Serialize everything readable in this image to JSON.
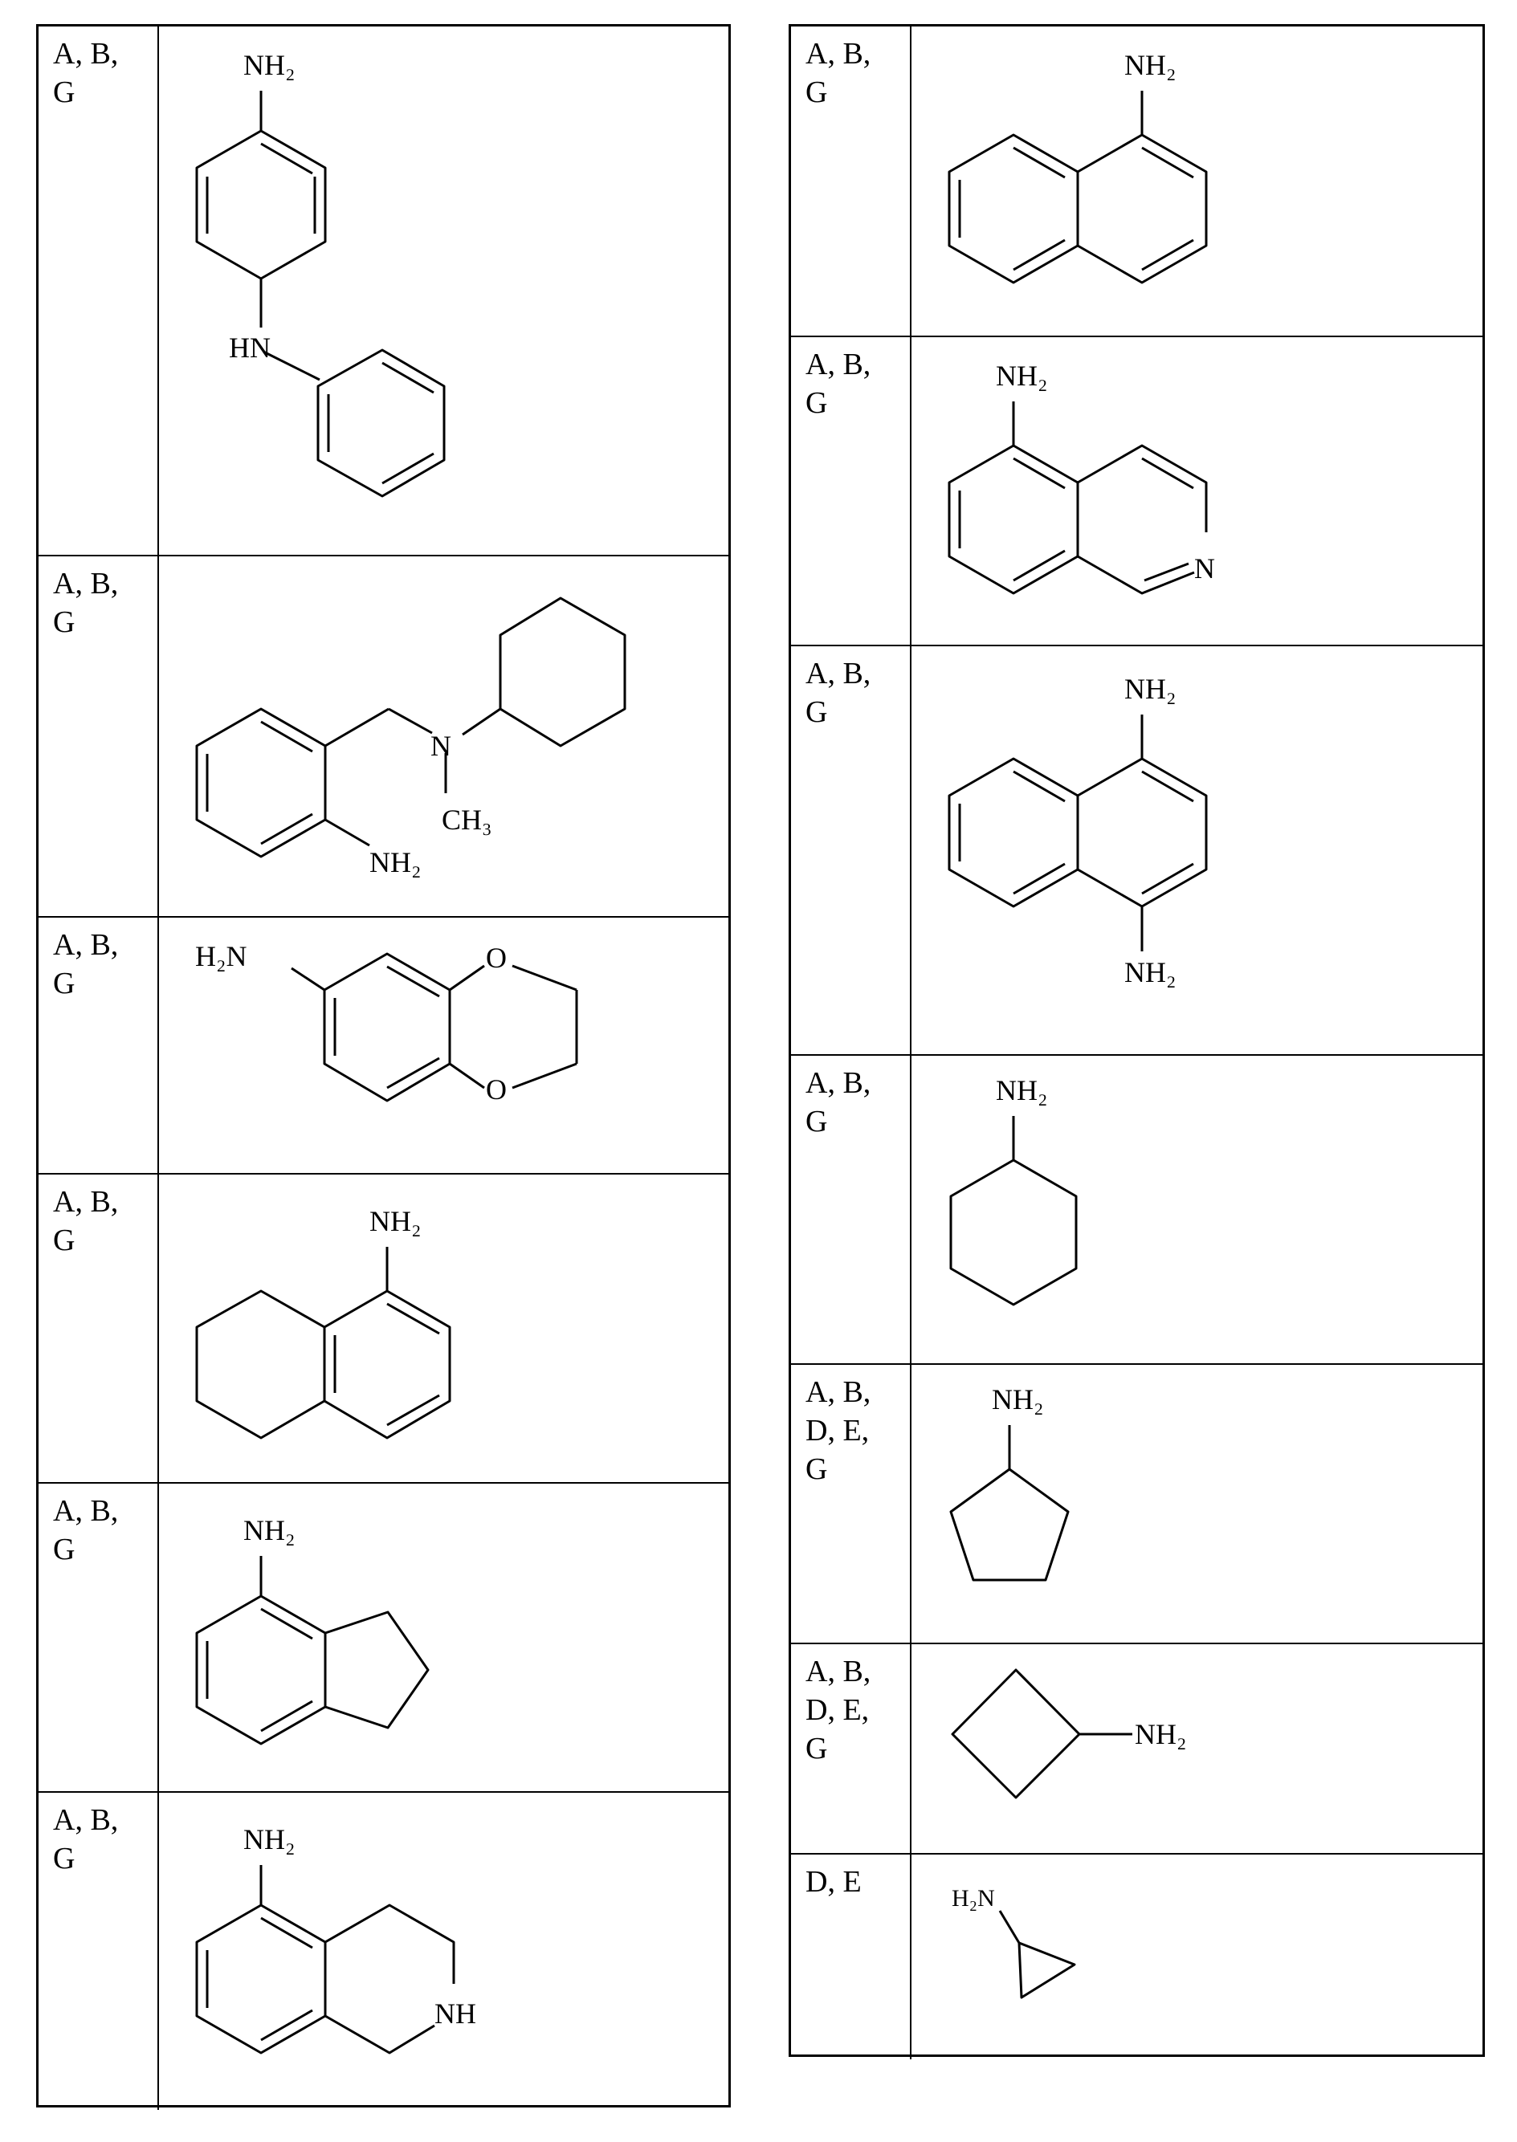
{
  "left_table": {
    "rows": [
      {
        "label": "A, B,\nG",
        "texts": [
          "NH₂",
          "HN"
        ]
      },
      {
        "label": "A, B,\nG",
        "texts": [
          "N",
          "CH₃",
          "NH₂"
        ]
      },
      {
        "label": "A, B,\nG",
        "texts": [
          "H₂N",
          "O",
          "O"
        ]
      },
      {
        "label": "A, B,\nG",
        "texts": [
          "NH₂"
        ]
      },
      {
        "label": "A, B,\nG",
        "texts": [
          "NH₂"
        ]
      },
      {
        "label": "A, B,\nG",
        "texts": [
          "NH₂",
          "NH"
        ]
      }
    ]
  },
  "right_table": {
    "rows": [
      {
        "label": "A, B,\nG",
        "texts": [
          "NH₂"
        ]
      },
      {
        "label": "A, B,\nG",
        "texts": [
          "NH₂",
          "N"
        ]
      },
      {
        "label": "A, B,\nG",
        "texts": [
          "NH₂",
          "NH₂"
        ]
      },
      {
        "label": "A, B,\nG",
        "texts": [
          "NH₂"
        ]
      },
      {
        "label": "A, B,\nD, E,\nG",
        "texts": [
          "NH₂"
        ]
      },
      {
        "label": "A, B,\nD, E,\nG",
        "texts": [
          "NH₂"
        ]
      },
      {
        "label": "D, E",
        "texts": [
          "H₂N"
        ]
      }
    ]
  }
}
